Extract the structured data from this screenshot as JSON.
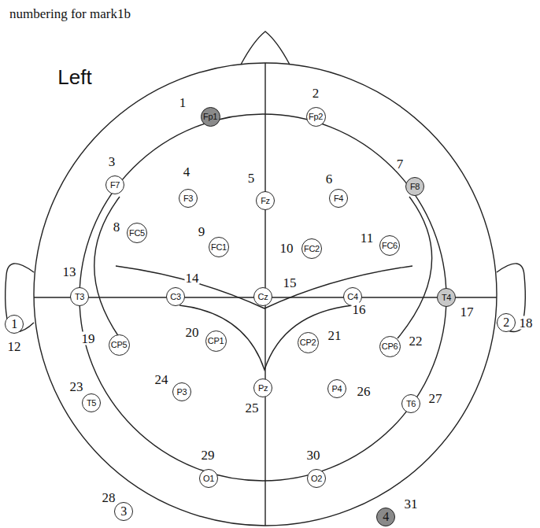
{
  "diagram": {
    "title": "numbering for mark1b",
    "nodes": [
      {
        "text": [
          "Fp1"
        ]
      },
      {
        "text": [
          "Fp2"
        ]
      },
      {
        "text": [
          "F7"
        ]
      },
      {
        "text": [
          "F3"
        ]
      },
      {
        "text": [
          "Fz"
        ]
      },
      {
        "text": [
          "F4"
        ]
      },
      {
        "text": [
          "F8"
        ]
      },
      {
        "text": [
          "FC5"
        ]
      },
      {
        "text": [
          "FC1"
        ]
      },
      {
        "text": [
          "FC2"
        ]
      },
      {
        "text": [
          "FC6"
        ]
      },
      {
        "text": [
          "T3"
        ]
      },
      {
        "text": [
          "C3"
        ]
      },
      {
        "text": [
          "Cz"
        ]
      },
      {
        "text": [
          "C4"
        ]
      },
      {
        "text": [
          "T4"
        ]
      },
      {
        "text": [
          "CP5"
        ]
      },
      {
        "text": [
          "CP1"
        ]
      },
      {
        "text": [
          "CP2"
        ]
      },
      {
        "text": [
          "CP6"
        ]
      },
      {
        "text": [
          "T5"
        ]
      },
      {
        "text": [
          "P3"
        ]
      },
      {
        "text": [
          "Pz"
        ]
      },
      {
        "text": [
          "P4"
        ]
      },
      {
        "text": [
          "T6"
        ]
      },
      {
        "text": [
          "O1"
        ]
      },
      {
        "text": [
          "O2"
        ]
      },
      {
        "text": [
          "1"
        ]
      },
      {
        "text": [
          "2"
        ]
      },
      {
        "text": [
          "3"
        ]
      },
      {
        "text": [
          "4"
        ]
      }
    ],
    "labels": [
      "Left",
      "1",
      "2",
      "3",
      "4",
      "5",
      "6",
      "7",
      "8",
      "9",
      "10",
      "11",
      "12",
      "13",
      "14",
      "15",
      "16",
      "17",
      "18",
      "19",
      "20",
      "21",
      "22",
      "23",
      "24",
      "25",
      "26",
      "27",
      "28",
      "29",
      "30",
      "31"
    ]
  }
}
